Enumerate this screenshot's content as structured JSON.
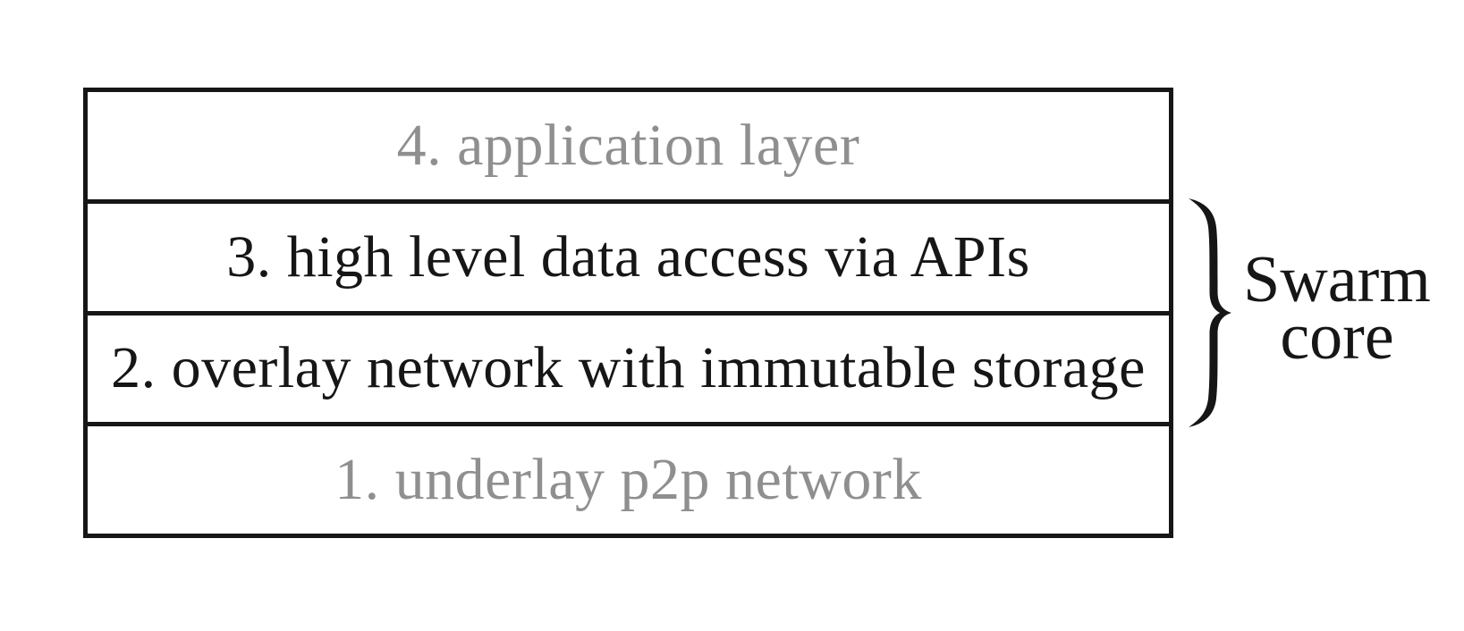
{
  "figure": {
    "type": "layer-stack-diagram",
    "background_color": "#ffffff",
    "border_color": "#161616",
    "text_color": "#161616",
    "muted_text_color": "#8f8f8f",
    "layers": [
      {
        "number": 4,
        "label": "4. application layer",
        "emphasis": "muted",
        "in_swarm_core": false
      },
      {
        "number": 3,
        "label": "3. high level data access via APIs",
        "emphasis": "normal",
        "in_swarm_core": true
      },
      {
        "number": 2,
        "label": "2. overlay network with immutable storage",
        "emphasis": "normal",
        "in_swarm_core": true
      },
      {
        "number": 1,
        "label": "1. underlay p2p network",
        "emphasis": "muted",
        "in_swarm_core": false
      }
    ],
    "brace": {
      "side": "right",
      "spans_layers": "3-2",
      "label_line1": "Swarm",
      "label_line2": "core"
    }
  }
}
